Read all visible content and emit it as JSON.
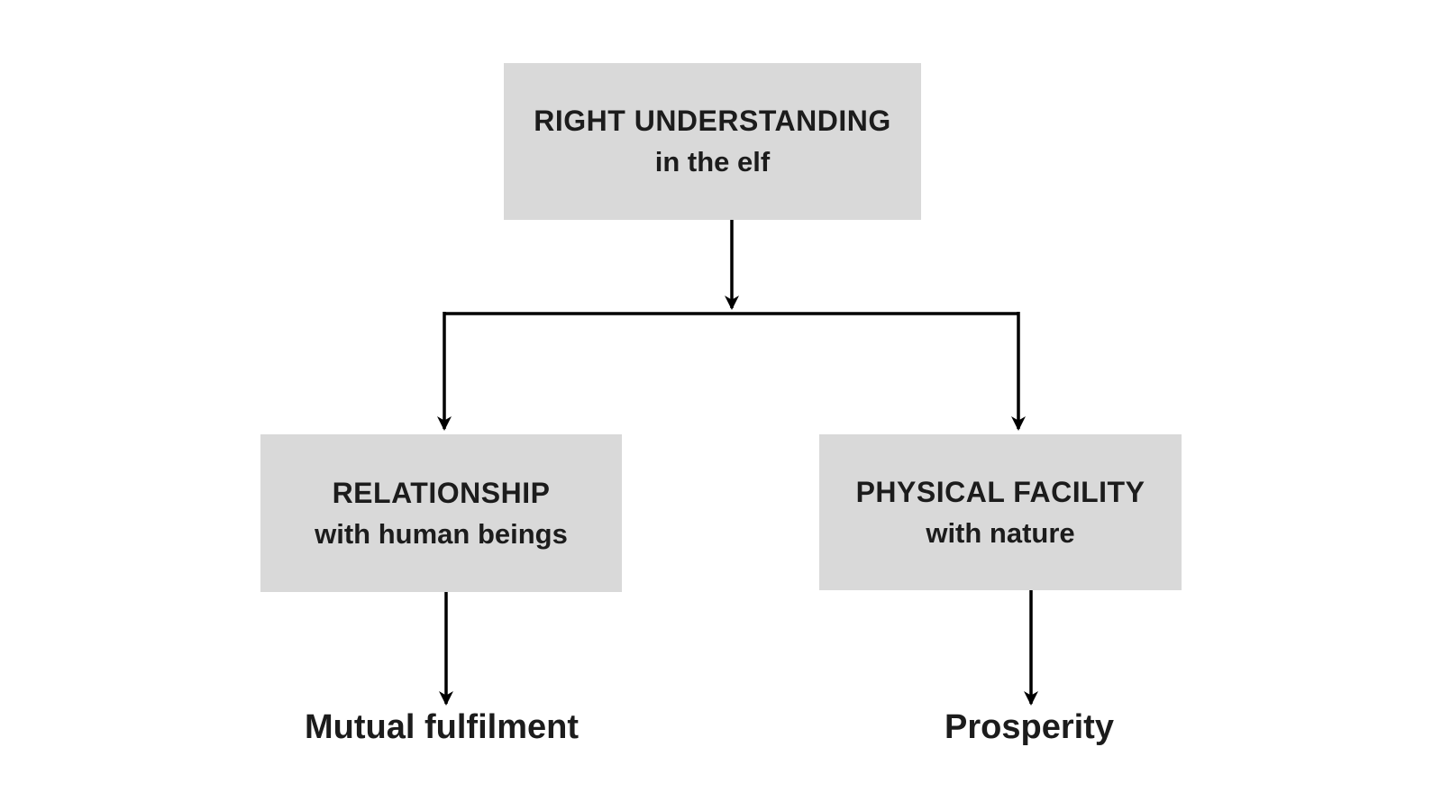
{
  "diagram": {
    "root_node": {
      "line1": "RIGHT UNDERSTANDING",
      "line2": "in the elf"
    },
    "left_node": {
      "line1": "RELATIONSHIP",
      "line2": "with human beings"
    },
    "right_node": {
      "line1": "PHYSICAL FACILITY",
      "line2": "with nature"
    },
    "left_outcome": "Mutual fulfilment",
    "right_outcome": "Prosperity",
    "colors": {
      "box_fill": "#d9d9d9",
      "text": "#1c1c1c",
      "line": "#000000",
      "background": "#ffffff"
    }
  }
}
